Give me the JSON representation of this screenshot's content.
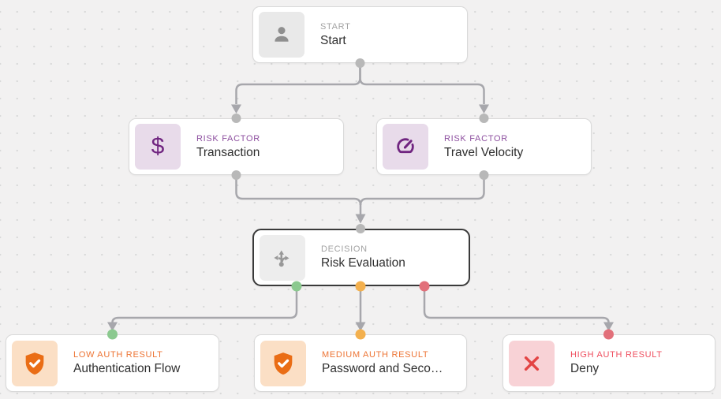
{
  "colors": {
    "wire": "#a7a7ac",
    "port_gray": "#b8b8b8",
    "port_green": "#8bc98f",
    "port_orange": "#f3b04e",
    "port_red": "#e2707a",
    "purple_accent": "#8d4f9f",
    "orange_accent": "#ed7434",
    "red_accent": "#ef4f5f",
    "icon_purple": "#702580",
    "icon_orange": "#ea6d15",
    "icon_red": "#e34444",
    "icon_gray": "#909090"
  },
  "nodes": {
    "start": {
      "type_label": "START",
      "title": "Start",
      "icon": "user-icon"
    },
    "risk_transaction": {
      "type_label": "RISK FACTOR",
      "title": "Transaction",
      "icon": "dollar-icon",
      "icon_glyph": "$"
    },
    "risk_travel": {
      "type_label": "RISK FACTOR",
      "title": "Travel Velocity",
      "icon": "gauge-icon"
    },
    "decision": {
      "type_label": "DECISION",
      "title": "Risk Evaluation",
      "icon": "split-arrows-icon"
    },
    "low_result": {
      "type_label": "LOW AUTH RESULT",
      "title": "Authentication Flow",
      "icon": "shield-check-icon"
    },
    "medium_result": {
      "type_label": "MEDIUM AUTH RESULT",
      "title": "Password and Seco…",
      "icon": "shield-check-icon"
    },
    "high_result": {
      "type_label": "HIGH AUTH RESULT",
      "title": "Deny",
      "icon": "x-icon"
    }
  }
}
